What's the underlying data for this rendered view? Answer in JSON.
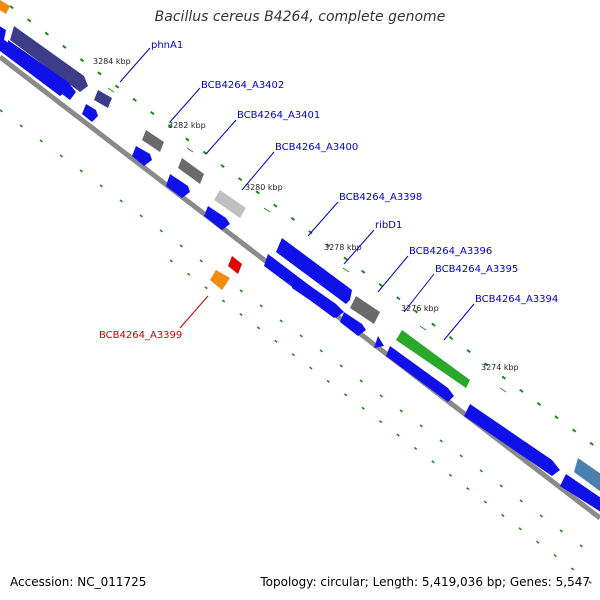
{
  "title": "Bacillus cereus B4264, complete genome",
  "footer": {
    "accession": "Accession: NC_011725",
    "topology": "Topology: circular; Length: 5,419,036 bp; Genes: 5,547"
  },
  "colors": {
    "blue": "#1010e8",
    "dark_purple": "#3c3c88",
    "gray": "#6a6a6a",
    "light_gray": "#c0c0c0",
    "green": "#2aa82a",
    "orange": "#f08a10",
    "red": "#e00000",
    "steel_blue": "#4a80b0",
    "label_blue": "#0000cc",
    "label_red": "#cc0000",
    "backbone": "#888888",
    "dots": "#1a8a1a"
  },
  "tick_labels": [
    "3284 kbp",
    "3282 kbp",
    "3280 kbp",
    "3278 kbp",
    "3276 kbp",
    "3274 kbp"
  ],
  "gene_labels": [
    {
      "text": "phnA1",
      "color": "label_blue"
    },
    {
      "text": "BCB4264_A3402",
      "color": "label_blue"
    },
    {
      "text": "BCB4264_A3401",
      "color": "label_blue"
    },
    {
      "text": "BCB4264_A3400",
      "color": "label_blue"
    },
    {
      "text": "BCB4264_A3398",
      "color": "label_blue"
    },
    {
      "text": "ribD1",
      "color": "label_blue"
    },
    {
      "text": "BCB4264_A3396",
      "color": "label_blue"
    },
    {
      "text": "BCB4264_A3395",
      "color": "label_blue"
    },
    {
      "text": "BCB4264_A3394",
      "color": "label_blue"
    },
    {
      "text": "BCB4264_A3399",
      "color": "label_red"
    }
  ]
}
